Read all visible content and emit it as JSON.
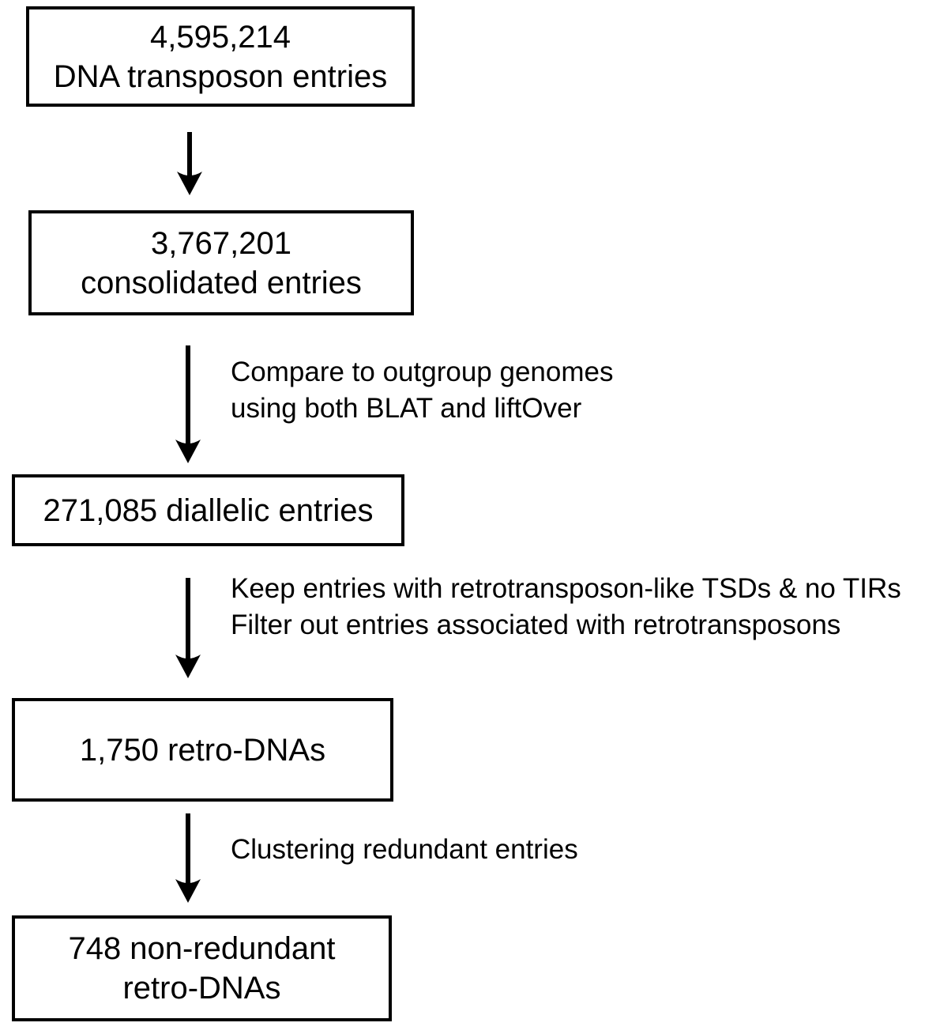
{
  "diagram": {
    "title": "retro-DNA identification pipeline flowchart",
    "colors": {
      "background": "#ffffff",
      "box_fill": "#ffffff",
      "box_border": "#000000",
      "text": "#000000",
      "arrow": "#000000"
    },
    "nodes": [
      {
        "id": "dna-transposon-entries",
        "label": "4,595,214\nDNA transposon entries"
      },
      {
        "id": "consolidated-entries",
        "label": "3,767,201\nconsolidated entries"
      },
      {
        "id": "diallelic-entries",
        "label": "271,085 diallelic entries"
      },
      {
        "id": "retro-dnas",
        "label": "1,750 retro-DNAs"
      },
      {
        "id": "non-redundant-retro-dnas",
        "label": "748 non-redundant\nretro-DNAs"
      }
    ],
    "edges": [
      {
        "from": "dna-transposon-entries",
        "to": "consolidated-entries",
        "label": ""
      },
      {
        "from": "consolidated-entries",
        "to": "diallelic-entries",
        "label": "Compare to outgroup genomes\nusing both BLAT and liftOver"
      },
      {
        "from": "diallelic-entries",
        "to": "retro-dnas",
        "label": "Keep entries with retrotransposon-like TSDs & no TIRs\nFilter out entries associated with retrotransposons"
      },
      {
        "from": "retro-dnas",
        "to": "non-redundant-retro-dnas",
        "label": "Clustering redundant entries"
      }
    ]
  }
}
